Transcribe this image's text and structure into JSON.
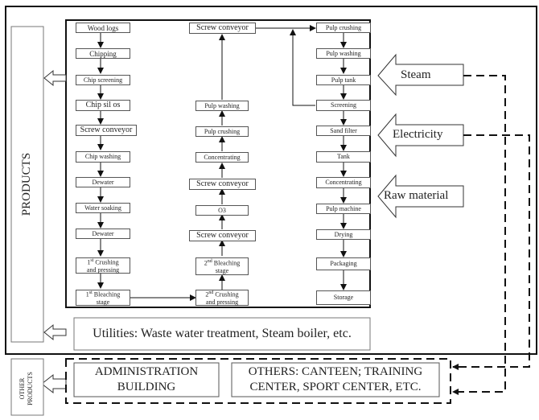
{
  "diagram": {
    "products_label": "PRODUCTS",
    "other_products_label": "OTHER PRODUCTS",
    "utilities_label": "Utilities: Waste water treatment, Steam boiler, etc.",
    "administration_label": "ADMINISTRATION BUILDING",
    "others_label": "OTHERS: CANTEEN; TRAINING CENTER, SPORT CENTER, ETC.",
    "inputs": [
      {
        "label": "Steam"
      },
      {
        "label": "Electricity"
      },
      {
        "label": "Raw material"
      }
    ],
    "column1": [
      "Wood logs",
      "Chipping",
      "Chip screening",
      "Chip sil os",
      "Screw conveyor",
      "Chip washing",
      "Dewater",
      "Water soaking",
      "Dewater",
      "1st Crushing and pressing",
      "1st Bleaching stage"
    ],
    "column2": [
      "Screw conveyor",
      "Pulp washing",
      "Pulp crushing",
      "Concentrating",
      "Screw conveyor",
      "O3",
      "Screw conveyor",
      "2nd Bleaching stage",
      "2nd Crushing and pressing"
    ],
    "column3": [
      "Pulp crushing",
      "Pulp washing",
      "Pulp tank",
      "Screening",
      "Sand filter",
      "Tank",
      "Concentrating",
      "Pulp machine",
      "Drying",
      "Packaging",
      "Storage"
    ],
    "c1_9a": "1",
    "c1_9sup": "st",
    "c1_9b": " Crushing",
    "c1_9c": "and pressing",
    "c1_10a": "1",
    "c1_10sup": "st",
    "c1_10b": " Bleaching",
    "c1_10c": "stage",
    "c2_7a": "2",
    "c2_7sup": "nd",
    "c2_7b": " Bleaching",
    "c2_7c": "stage",
    "c2_8a": "2",
    "c2_8sup": "nd",
    "c2_8b": " Crushing",
    "c2_8c": "and pressing"
  }
}
